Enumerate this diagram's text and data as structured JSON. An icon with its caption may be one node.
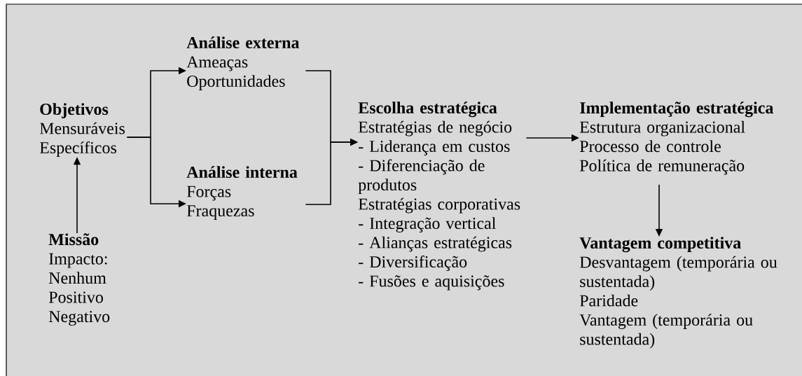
{
  "diagram": {
    "nodes": [
      {
        "text": [
          "Objetivos",
          "Mensuráveis",
          "Específicos"
        ]
      },
      {
        "text": [
          "Missão",
          "Impacto:",
          "Nenhum",
          "Positivo",
          "Negativo"
        ]
      },
      {
        "text": [
          "Análise externa",
          "Ameaças",
          "Oportunidades"
        ]
      },
      {
        "text": [
          "Análise interna",
          "Forças",
          "Fraquezas"
        ]
      },
      {
        "text": [
          "Escolha estratégica",
          "Estratégias de negócio",
          "- Liderança em custos",
          "- Diferenciação de produtos",
          "Estratégias corporativas",
          "- Integração vertical",
          "- Alianças estratégicas",
          "- Diversificação",
          "- Fusões e aquisições"
        ]
      },
      {
        "text": [
          "Implementação estratégica",
          "Estrutura organizacional",
          "Processo de controle",
          "Política de remuneração"
        ]
      },
      {
        "text": [
          "Vantagem competitiva",
          "Desvantagem (temporária ou sustentada)",
          "Paridade",
          "Vantagem (temporária ou sustentada)"
        ]
      }
    ],
    "edges": [
      {
        "from": 1,
        "to": 0,
        "arrow": "to"
      },
      {
        "from": 0,
        "to": 2,
        "arrow": "to"
      },
      {
        "from": 0,
        "to": 3,
        "arrow": "to"
      },
      {
        "from": 2,
        "to": 4,
        "arrow": "to"
      },
      {
        "from": 3,
        "to": 4,
        "arrow": "to"
      },
      {
        "from": 4,
        "to": 5,
        "arrow": "to"
      },
      {
        "from": 5,
        "to": 6,
        "arrow": "to"
      }
    ]
  }
}
